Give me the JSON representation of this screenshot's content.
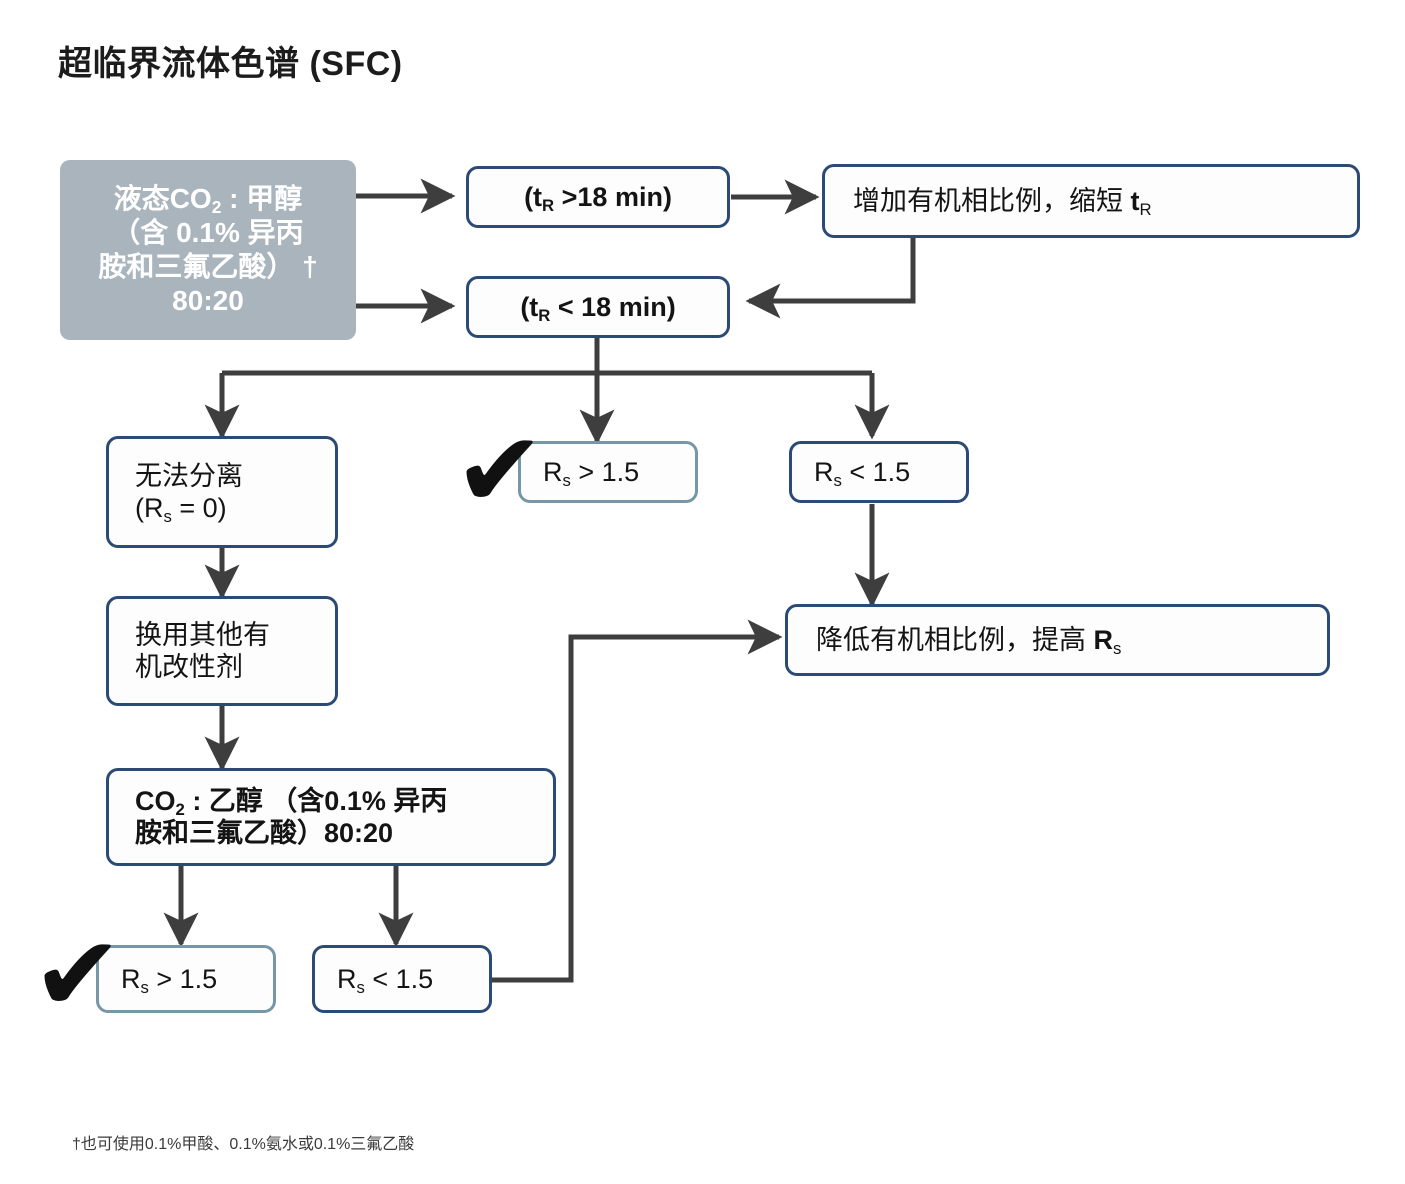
{
  "title": "超临界流体色谱 (SFC)",
  "footnote": "†也可使用0.1%甲酸、0.1%氨水或0.1%三氟乙酸",
  "colors": {
    "box_border": "#2b4a76",
    "box_border_light": "#7796a8",
    "gray_box_fill": "#a9b4bd",
    "edge": "#3e3e3e",
    "text": "#141414",
    "check": "#111111"
  },
  "nodes": {
    "start": {
      "line1_a": "液态CO",
      "line1_sub": "2",
      "line1_b": " : 甲醇",
      "line2": "（含 0.1% 异丙",
      "line3": "胺和三氟乙酸） †",
      "line4": "80:20"
    },
    "tr_gt": {
      "pre": "(t",
      "sub": "R",
      "post": " >18 min)"
    },
    "tr_lt": {
      "pre": "(t",
      "sub": "R",
      "post": " < 18 min)"
    },
    "increase_organic": {
      "pre": "增加有机相比例，缩短 ",
      "bold_t": "t",
      "sub": "R"
    },
    "no_separation": {
      "line1": "无法分离",
      "line2_pre": "(R",
      "line2_sub": "s",
      "line2_post": " = 0)"
    },
    "rs_gt_top": {
      "pre": "R",
      "sub": "s",
      "post": " > 1.5"
    },
    "rs_lt_top": {
      "pre": "R",
      "sub": "s",
      "post": " < 1.5"
    },
    "switch_modifier": {
      "line1": "换用其他有",
      "line2": "机改性剂"
    },
    "co2_ethanol": {
      "line1_a": "CO",
      "line1_sub": "2",
      "line1_b": " : 乙醇 （含0.1% 异丙",
      "line2": "胺和三氟乙酸）80:20"
    },
    "rs_gt_bottom": {
      "pre": "R",
      "sub": "s",
      "post": " > 1.5"
    },
    "rs_lt_bottom": {
      "pre": "R",
      "sub": "s",
      "post": " < 1.5"
    },
    "decrease_organic": {
      "pre": "降低有机相比例，提高 ",
      "bold_r": "R",
      "sub": "s"
    }
  },
  "markers": {
    "check_top": "✔",
    "check_bottom": "✔"
  }
}
